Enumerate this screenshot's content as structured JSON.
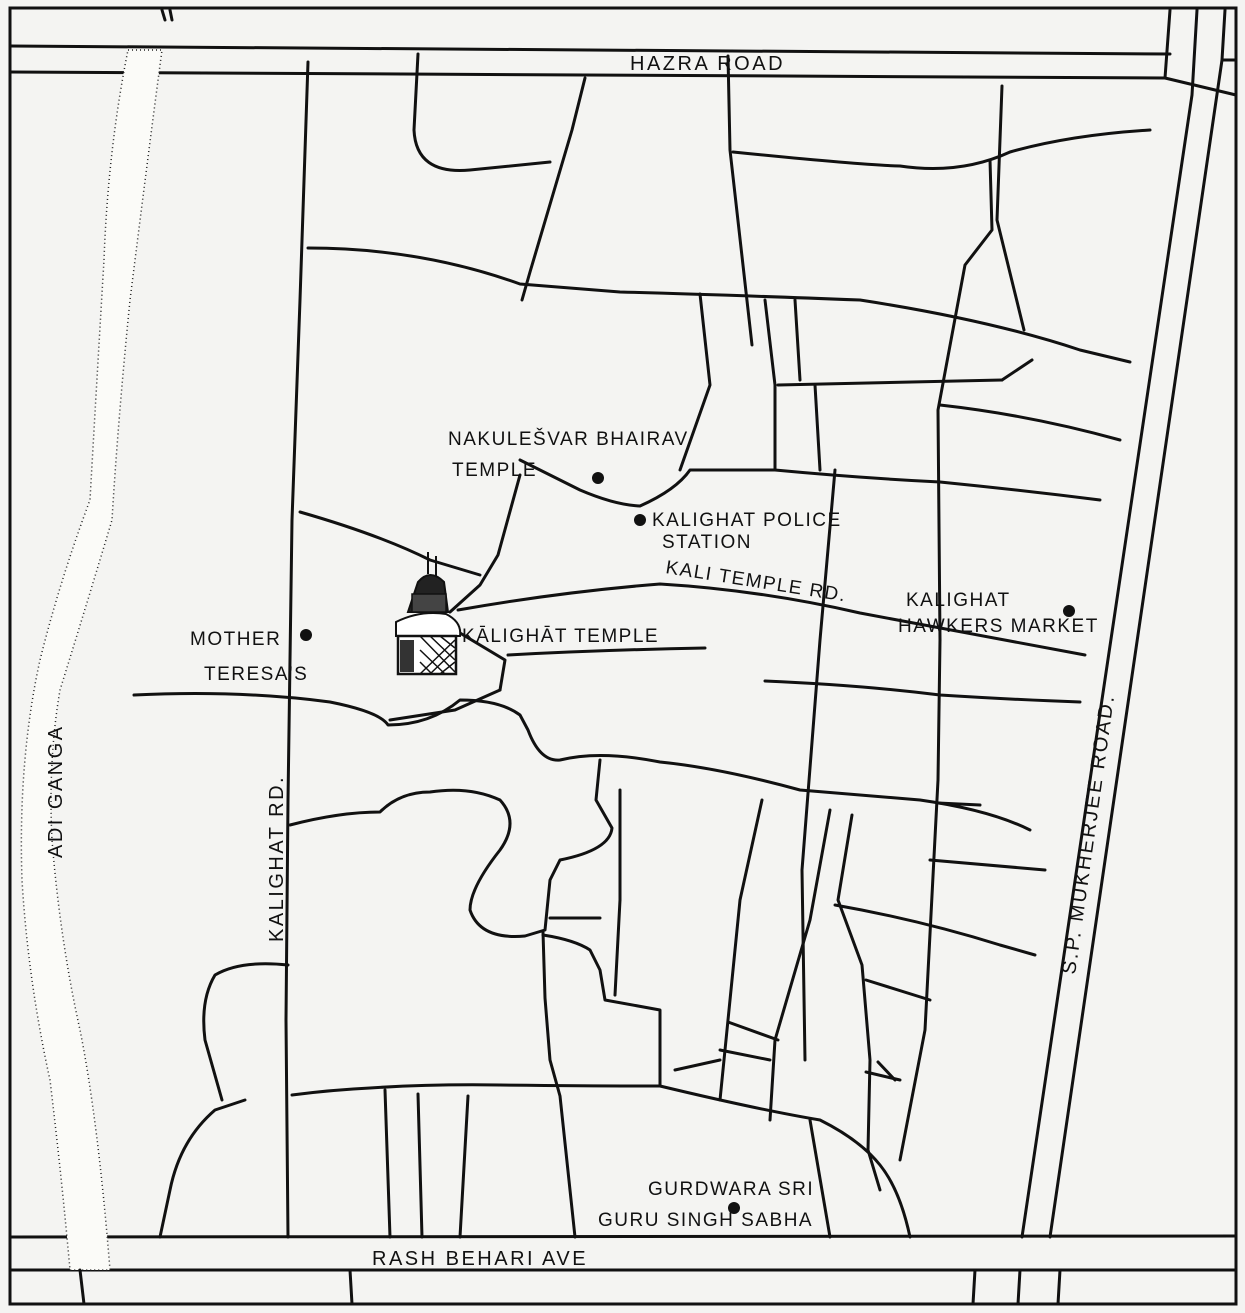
{
  "map": {
    "roads": {
      "hazra_road": "HAZRA ROAD",
      "rash_behari_ave": "RASH BEHARI AVE",
      "sp_mukherjee_road": "S.P. MUKHERJEE ROAD.",
      "kalighat_rd": "KALIGHAT RD.",
      "kali_temple_rd": "KALI TEMPLE RD.",
      "adi_ganga": "ADI GANGA"
    },
    "places": {
      "nakulesvar_line1": "NAKULEŠVAR BHAIRAV",
      "nakulesvar_line2": "TEMPLE",
      "police_line1": "KALIGHAT POLICE",
      "police_line2": "STATION",
      "kalighat_temple": "KĀLIGHĀT TEMPLE",
      "mother_teresa_line1": "MOTHER",
      "mother_teresa_line2": "TERESA'S",
      "hawkers_line1": "KALIGHAT",
      "hawkers_line2": "HAWKERS MARKET",
      "gurdwara_line1": "GURDWARA SRI",
      "gurdwara_line2": "GURU SINGH SABHA"
    },
    "icons": {
      "temple": "temple-icon",
      "location_marker": "location-dot-icon"
    }
  }
}
